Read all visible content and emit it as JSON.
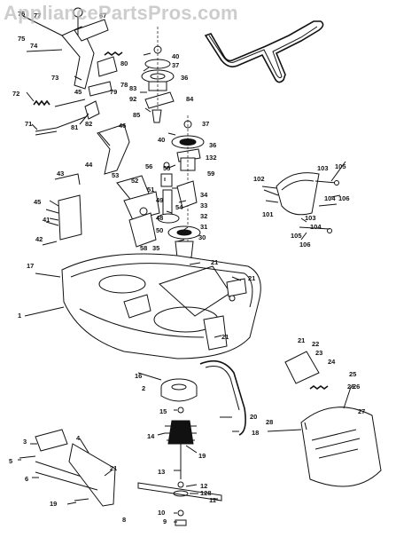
{
  "watermark": "AppliancePartsPros.com",
  "labels": [
    {
      "text": "76"
    },
    {
      "text": "77"
    },
    {
      "text": "67"
    },
    {
      "text": "75"
    },
    {
      "text": "74"
    },
    {
      "text": "73"
    },
    {
      "text": "80"
    },
    {
      "text": "78"
    },
    {
      "text": "79"
    },
    {
      "text": "40"
    },
    {
      "text": "37"
    },
    {
      "text": "36"
    },
    {
      "text": "83"
    },
    {
      "text": "92"
    },
    {
      "text": "84"
    },
    {
      "text": "85"
    },
    {
      "text": "72"
    },
    {
      "text": "45"
    },
    {
      "text": "81"
    },
    {
      "text": "82"
    },
    {
      "text": "71"
    },
    {
      "text": "46"
    },
    {
      "text": "44"
    },
    {
      "text": "37"
    },
    {
      "text": "36"
    },
    {
      "text": "132"
    },
    {
      "text": "59"
    },
    {
      "text": "40"
    },
    {
      "text": "56"
    },
    {
      "text": "55"
    },
    {
      "text": "53"
    },
    {
      "text": "52"
    },
    {
      "text": "51"
    },
    {
      "text": "49"
    },
    {
      "text": "48"
    },
    {
      "text": "50"
    },
    {
      "text": "34"
    },
    {
      "text": "33"
    },
    {
      "text": "32"
    },
    {
      "text": "54"
    },
    {
      "text": "31"
    },
    {
      "text": "30"
    },
    {
      "text": "58"
    },
    {
      "text": "35"
    },
    {
      "text": "43"
    },
    {
      "text": "45"
    },
    {
      "text": "41"
    },
    {
      "text": "42"
    },
    {
      "text": "102"
    },
    {
      "text": "103"
    },
    {
      "text": "105"
    },
    {
      "text": "104"
    },
    {
      "text": "106"
    },
    {
      "text": "101"
    },
    {
      "text": "103"
    },
    {
      "text": "104"
    },
    {
      "text": "105"
    },
    {
      "text": "106"
    },
    {
      "text": "21"
    },
    {
      "text": "17"
    },
    {
      "text": "21"
    },
    {
      "text": "1"
    },
    {
      "text": "21"
    },
    {
      "text": "21"
    },
    {
      "text": "22"
    },
    {
      "text": "23"
    },
    {
      "text": "24"
    },
    {
      "text": "25"
    },
    {
      "text": "26"
    },
    {
      "text": "27"
    },
    {
      "text": "2"
    },
    {
      "text": "16"
    },
    {
      "text": "15"
    },
    {
      "text": "14"
    },
    {
      "text": "20"
    },
    {
      "text": "18"
    },
    {
      "text": "19"
    },
    {
      "text": "28"
    },
    {
      "text": "3"
    },
    {
      "text": "4"
    },
    {
      "text": "5"
    },
    {
      "text": "6"
    },
    {
      "text": "21"
    },
    {
      "text": "13"
    },
    {
      "text": "12"
    },
    {
      "text": "128"
    },
    {
      "text": "11"
    },
    {
      "text": "10"
    },
    {
      "text": "9"
    },
    {
      "text": "19"
    },
    {
      "text": "8"
    },
    {
      "text": "26"
    }
  ]
}
